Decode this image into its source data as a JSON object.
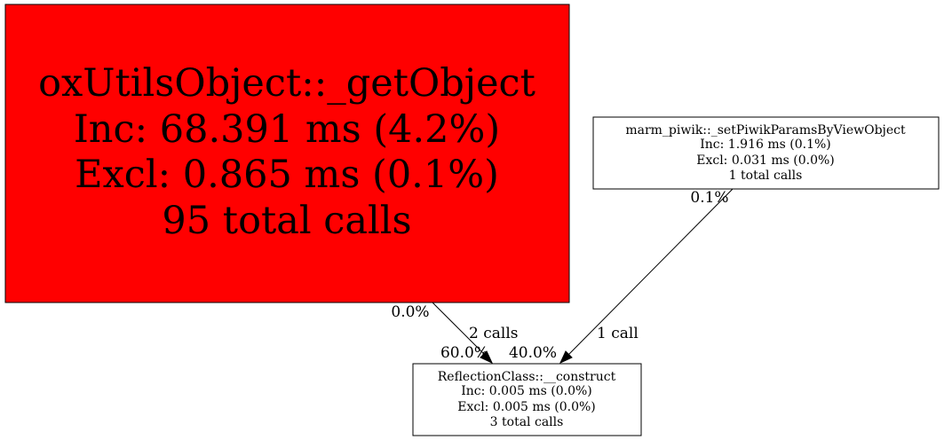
{
  "nodes": {
    "get_object": {
      "name": "oxUtilsObject::_getObject",
      "inc": "Inc: 68.391 ms (4.2%)",
      "excl": "Excl: 0.865 ms (0.1%)",
      "calls": "95 total calls",
      "fill": "#ff0000"
    },
    "set_piwik": {
      "name": "marm_piwik::_setPiwikParamsByViewObject",
      "inc": "Inc: 1.916 ms (0.1%)",
      "excl": "Excl: 0.031 ms (0.0%)",
      "calls": "1 total calls",
      "fill": "#ffffff"
    },
    "reflection": {
      "name": "ReflectionClass::__construct",
      "inc": "Inc: 0.005 ms (0.0%)",
      "excl": "Excl: 0.005 ms (0.0%)",
      "calls": "3 total calls",
      "fill": "#ffffff"
    }
  },
  "edges": {
    "get_object_to_reflection": {
      "label": "2 calls",
      "tail_label": "0.0%",
      "head_label": "60.0%"
    },
    "set_piwik_to_reflection": {
      "label": "1 call",
      "tail_label": "0.1%",
      "head_label": "40.0%"
    }
  }
}
